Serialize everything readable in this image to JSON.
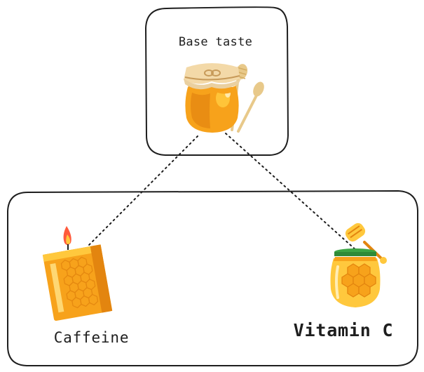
{
  "diagram": {
    "nodes": [
      {
        "id": "base",
        "label": "Base taste",
        "icon": "honey-jar-with-dipper-icon"
      },
      {
        "id": "caffeine",
        "label": "Caffeine",
        "icon": "beeswax-candle-icon"
      },
      {
        "id": "vitamin_c",
        "label": "Vitamin C",
        "icon": "honeycomb-jar-icon"
      }
    ],
    "edges": [
      {
        "from": "base",
        "to": "caffeine",
        "style": "dotted"
      },
      {
        "from": "base",
        "to": "vitamin_c",
        "style": "dotted"
      }
    ],
    "colors": {
      "stroke": "#1e1e1e",
      "honey": "#f7a21b",
      "honey_light": "#ffc83d",
      "honey_dark": "#e3850f",
      "cloth": "#f3d9a8",
      "wood": "#e8c98a",
      "flame": "#ff5a3c",
      "leaf": "#3da545"
    }
  }
}
